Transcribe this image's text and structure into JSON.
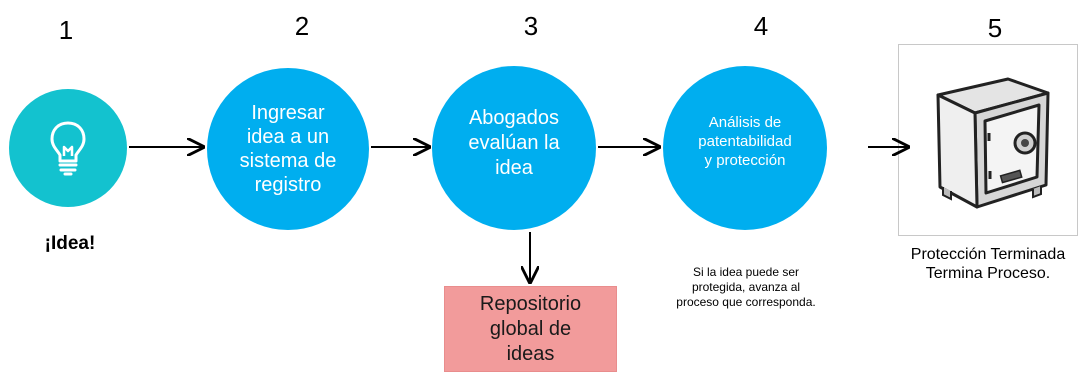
{
  "steps": [
    {
      "number": "1",
      "label": "¡Idea!",
      "icon": "lightbulb-icon"
    },
    {
      "number": "2",
      "text": "Ingresar\nidea a un\nsistema de\nregistro"
    },
    {
      "number": "3",
      "text": "Abogados\nevalúan la\nidea"
    },
    {
      "number": "4",
      "text": "Análisis de\npatentabilidad\ny protección",
      "note": "Si la idea puede ser\nprotegida, avanza al\nproceso que corresponda."
    },
    {
      "number": "5",
      "icon": "safe-icon",
      "caption": "Protección Terminada\nTermina Proceso."
    }
  ],
  "repository": {
    "text": "Repositorio\nglobal de\nideas"
  },
  "colors": {
    "idea_circle": "#13c2cf",
    "step_circle": "#00aeef",
    "repository_fill": "#f29b9b",
    "repository_border": "#e98d8d",
    "arrow": "#000000"
  }
}
